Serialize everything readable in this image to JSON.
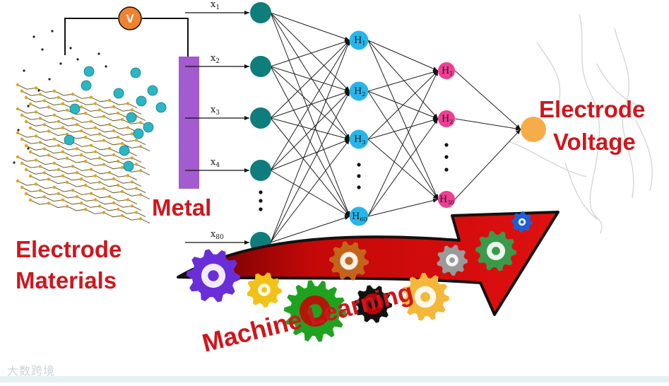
{
  "labels": {
    "electrode_materials_1": "Electrode",
    "electrode_materials_2": "Materials",
    "metal": "Metal",
    "electrode_voltage_1": "Electrode",
    "electrode_voltage_2": "Voltage",
    "machine_learning": "Machine Learning",
    "voltmeter": "V",
    "watermark": "大数跨境"
  },
  "network": {
    "inputs": [
      {
        "label": "x",
        "sub": "1"
      },
      {
        "label": "x",
        "sub": "2"
      },
      {
        "label": "x",
        "sub": "3"
      },
      {
        "label": "x",
        "sub": "4"
      },
      {
        "label": "x",
        "sub": "80"
      }
    ],
    "hidden1": [
      {
        "label": "H",
        "sub": "1"
      },
      {
        "label": "H",
        "sub": "2"
      },
      {
        "label": "H",
        "sub": "3"
      },
      {
        "label": "H",
        "sub": "60"
      }
    ],
    "hidden2": [
      {
        "label": "H",
        "sub": "1"
      },
      {
        "label": "H",
        "sub": "2"
      },
      {
        "label": "H",
        "sub": "30"
      }
    ]
  },
  "colors": {
    "input_node": "#0e7d7b",
    "hidden1_node": "#27b6ea",
    "hidden2_node": "#ee3f94",
    "output_node": "#f7ac4a",
    "metal_bar": "#a35bd0",
    "label_red": "#d0161d",
    "voltmeter": "#f0812f"
  }
}
